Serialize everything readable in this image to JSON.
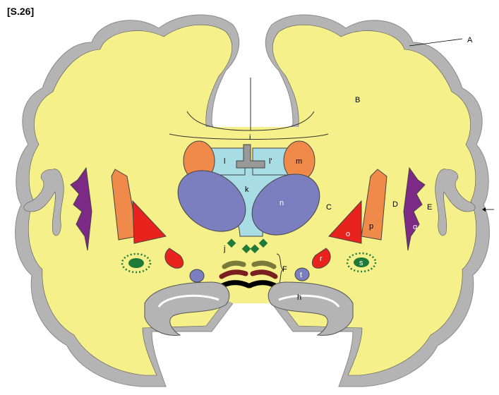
{
  "slide_id": "[S.26]",
  "labels": {
    "A": "A",
    "B": "B",
    "C": "C",
    "D": "D",
    "E": "E",
    "F": "F",
    "h": "h",
    "i": "i",
    "j": "j",
    "k": "k",
    "l": "l",
    "l_prime": "l'",
    "m": "m",
    "n": "n",
    "o": "o",
    "p": "p",
    "q": "q",
    "r": "r",
    "s": "s",
    "t": "t"
  },
  "colors": {
    "cortex": "#b4b4b4",
    "white_matter": "#f5f08a",
    "ventricle": "#a8dde6",
    "caudate": "#ef8a4a",
    "thalamus": "#7b7fbf",
    "putamen": "#ef8a4a",
    "globus_pallidus": "#e8231e",
    "insula": "#7d2a86",
    "green_nuclei": "#1f7a3a",
    "fornix_olive": "#7a7a3a",
    "fornix_maroon": "#7a1f1f",
    "black": "#000000"
  }
}
